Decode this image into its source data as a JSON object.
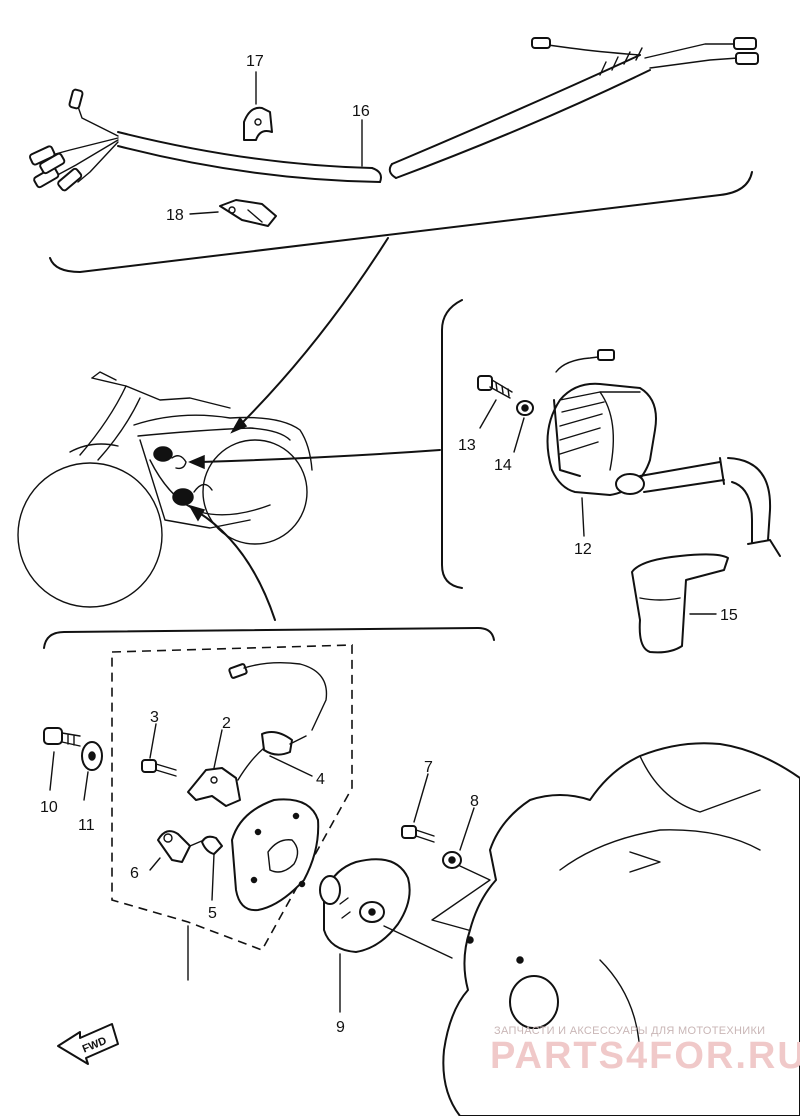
{
  "callouts": {
    "c1": "2",
    "c2": "3",
    "c3": "4",
    "c4": "5",
    "c5": "6",
    "c6": "7",
    "c7": "8",
    "c8": "9",
    "c9": "10",
    "c10": "11",
    "c11": "12",
    "c12": "13",
    "c13": "14",
    "c14": "15",
    "c15": "16",
    "c16": "17",
    "c17": "18"
  },
  "fwd_label": "FWD",
  "watermark": {
    "caption": "ЗАПЧАСТИ И АКСЕССУАРЫ ДЛЯ МОТОТЕХНИКИ",
    "brand": "PARTS4FOR.RU"
  },
  "colors": {
    "ink": "#111111",
    "watermark": "#e8b8b8"
  }
}
